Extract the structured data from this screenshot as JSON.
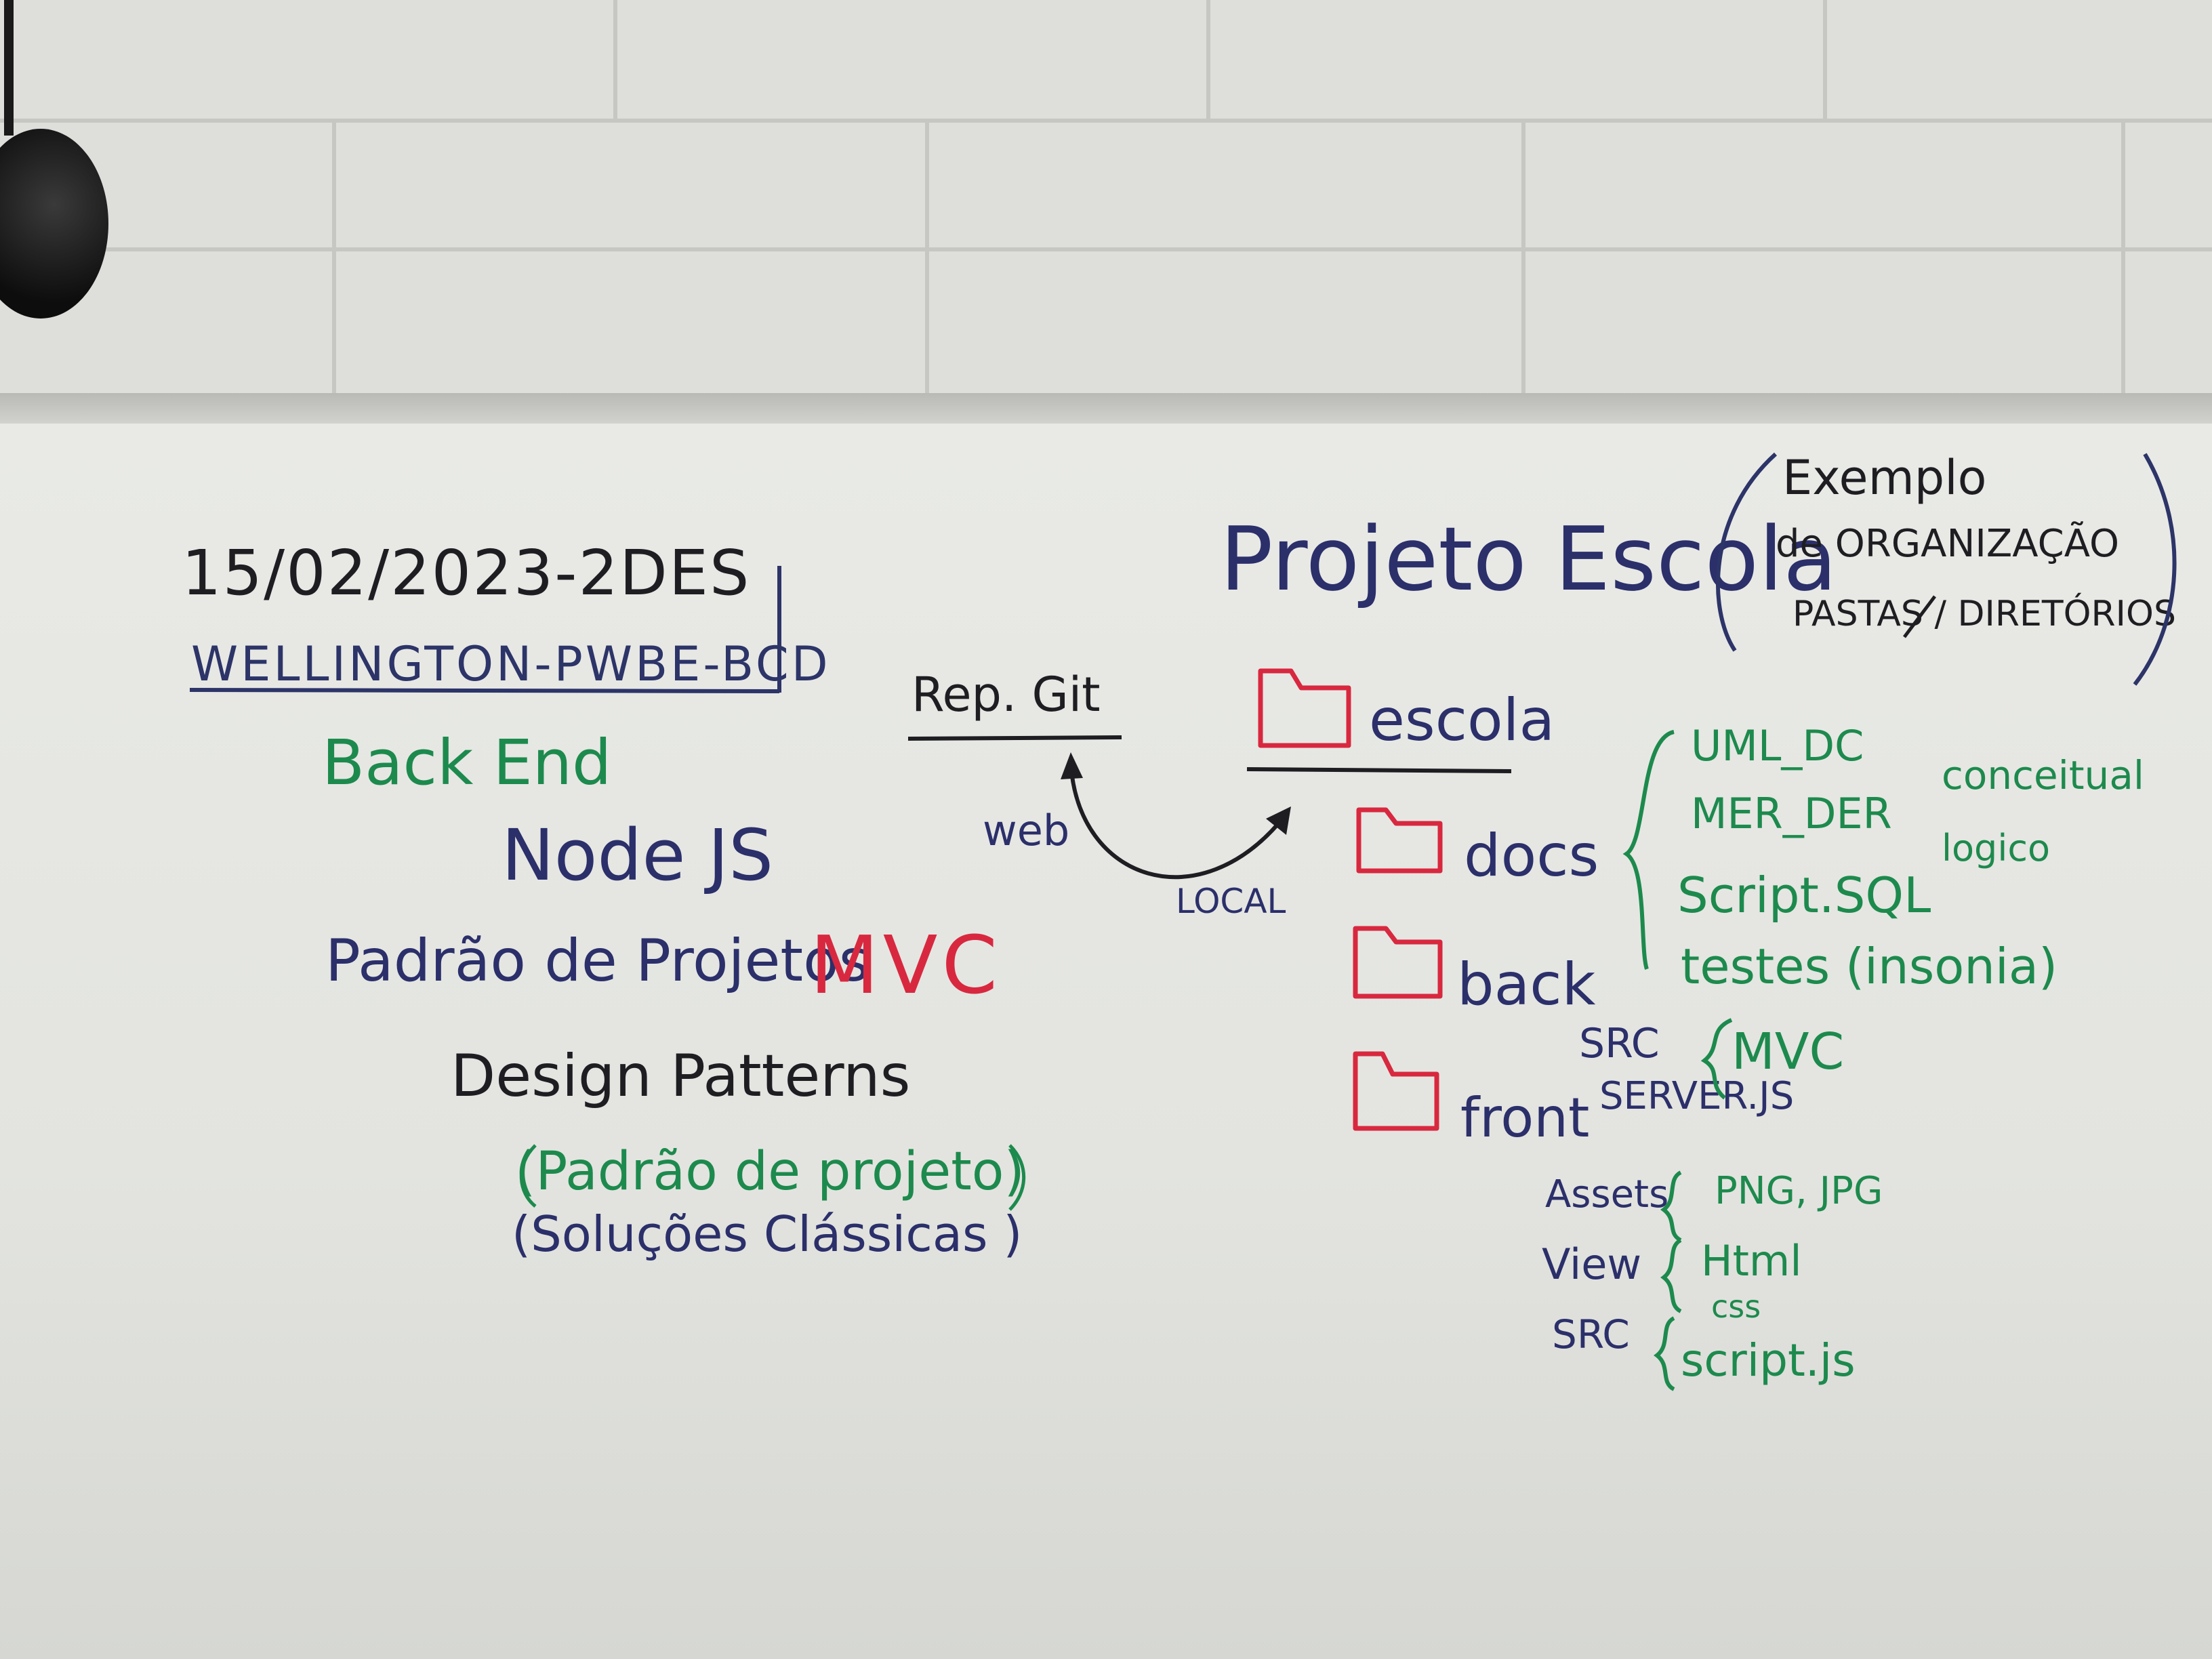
{
  "board": {
    "date_line": "15/02/2023-2DES",
    "author_line": "WELLINGTON-PWBE-BCD",
    "back_end": "Back End",
    "node_js": "Node JS",
    "padrao_label": "Padrão de Projetos",
    "mvc": "MVC",
    "design_patterns": "Design Patterns",
    "padrao_projeto": "(Padrão de projeto)",
    "solucoes": "(Soluções Clássicas )",
    "rep_git": "Rep. Git",
    "web": "web",
    "local": "LOCAL",
    "projeto_escola": "Projeto Escola",
    "exemplo_1": "Exemplo",
    "exemplo_2": "de ORGANIZAÇÃO",
    "exemplo_3": "PASTAS / DIRETÓRIOS",
    "folder_escola": "escola",
    "folder_docs": "docs",
    "folder_back": "back",
    "folder_front": "front",
    "docs_items": [
      "UML_DC",
      "MER_DER",
      "Script.SQL",
      "testes (insonia)"
    ],
    "docs_notes": [
      "conceitual",
      "logico"
    ],
    "back_src": "SRC",
    "back_mvc": "MVC",
    "back_server": "SERVER.JS",
    "front_assets": "Assets",
    "front_assets_val": "PNG, JPG",
    "front_view": "View",
    "front_view_val1": "Html",
    "front_view_val2": "css",
    "front_src": "SRC",
    "front_src_val": "script.js"
  },
  "colors": {
    "navy": "#2b2f6a",
    "green": "#1d8a4d",
    "red": "#d8283f",
    "black": "#1e1e22"
  }
}
